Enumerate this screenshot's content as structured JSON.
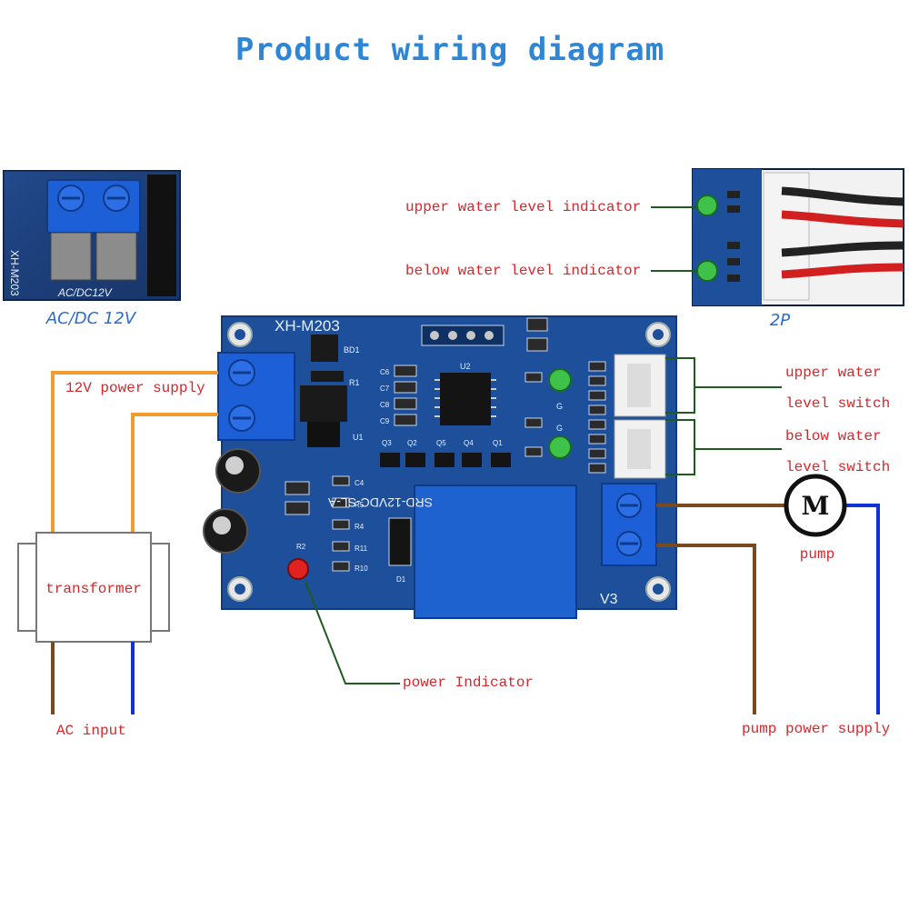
{
  "title": "Product wiring diagram",
  "board": {
    "model": "XH-M203",
    "version": "V3",
    "relay_text": "SRD-12VDC-SL-A"
  },
  "insets": {
    "power_terminal_caption": "AC/DC 12V",
    "connector_caption": "2P"
  },
  "labels": {
    "upper_indicator": "upper water level indicator",
    "below_indicator": "below water level indicator",
    "upper_switch_1": "upper water",
    "upper_switch_2": "level switch",
    "below_switch_1": "below water",
    "below_switch_2": "level switch",
    "power_supply": "12V power supply",
    "transformer": "transformer",
    "ac_input": "AC input",
    "power_indicator": "power Indicator",
    "pump": "pump",
    "pump_symbol": "M",
    "pump_power": "pump power supply"
  },
  "colors": {
    "title": "#2f86d4",
    "label": "#d8262b",
    "pcb": "#1d4f9a",
    "orange_wire": "#f39a2e",
    "brown_wire": "#7a4a1e",
    "blue_wire": "#1030d8",
    "green_leader": "#1f5a1f"
  }
}
